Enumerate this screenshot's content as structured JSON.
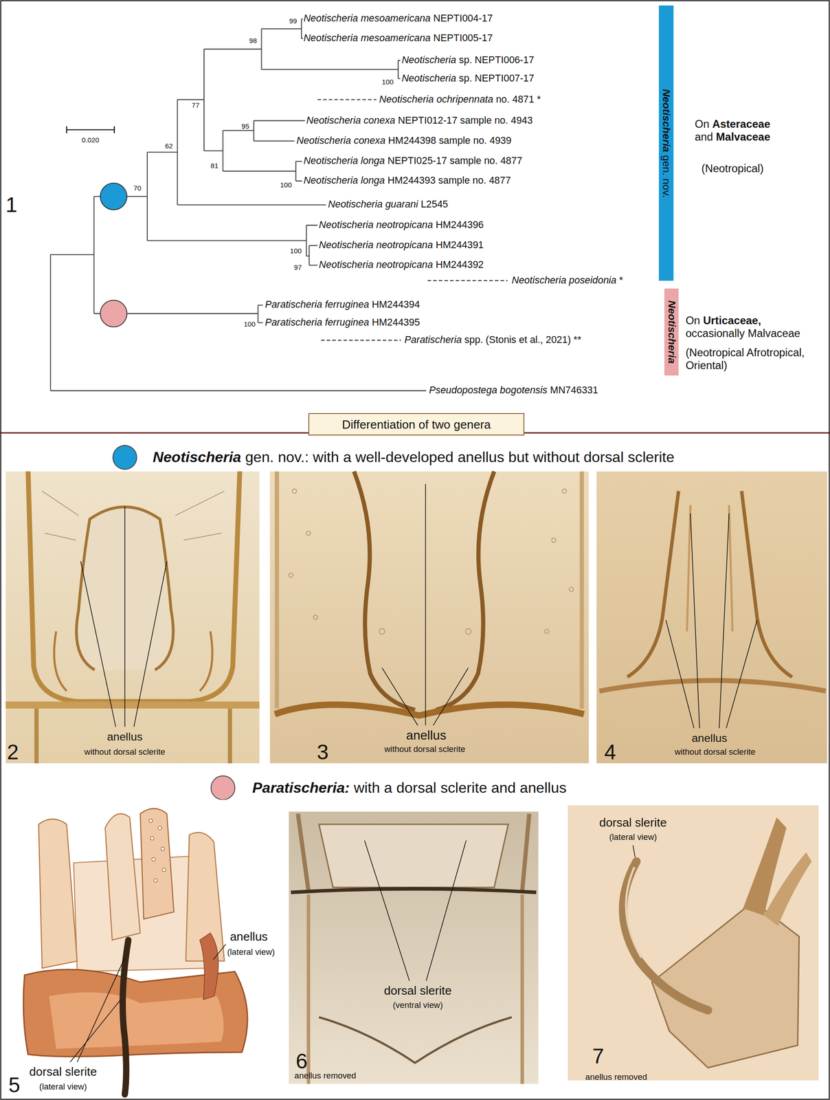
{
  "diagram": {
    "nodes": [
      {
        "text": [
          "Neotischeria gen. nov."
        ]
      },
      {
        "text": [
          "Neotischeria"
        ]
      },
      {
        "text": [
          "Differentiation of two genera"
        ]
      }
    ],
    "labels": [
      "1",
      "0.020",
      "99",
      "Neotischeria mesoamericana NEPTI004-17",
      "98",
      "Neotischeria mesoamericana NEPTI005-17",
      "Neotischeria sp. NEPTI006-17",
      "100",
      "Neotischeria sp. NEPTI007-17",
      "77",
      "Neotischeria ochripennata no. 4871 *",
      "95",
      "Neotischeria conexa NEPTI012-17 sample no. 4943",
      "Neotischeria conexa HM244398 sample no. 4939",
      "62",
      "81",
      "Neotischeria longa NEPTI025-17 sample no. 4877",
      "100",
      "Neotischeria longa HM244393 sample no. 4877",
      "70",
      "Neotischeria guarani L2545",
      "Neotischeria neotropicana HM244396",
      "100",
      "Neotischeria neotropicana HM244391",
      "97",
      "Neotischeria neotropicana HM244392",
      "Neotischeria poseidonia *",
      "Paratischeria ferruginea HM244394",
      "100",
      "Paratischeria ferruginea HM244395",
      "Paratischeria spp. (Stonis et al., 2021) **",
      "Pseudopostega bogotensis MN746331",
      "On Asteraceae and Malvaceae",
      "(Neotropical)",
      "On Urticaceae, occasionally Malvaceae",
      "(Neotropical Afrotropical, Oriental)",
      "Neotischeria gen. nov.: with a well-developed anellus but without dorsal sclerite",
      "2",
      "anellus",
      "without dorsal sclerite",
      "3",
      "anellus",
      "without dorsal sclerite",
      "4",
      "anellus",
      "without dorsal sclerite",
      "Paratischeria: with a dorsal sclerite and anellus",
      "5",
      "anellus",
      "(lateral view)",
      "dorsal slerite",
      "(lateral view)",
      "6",
      "dorsal slerite",
      "(ventral view)",
      "anellus removed",
      "7",
      "dorsal slerite",
      "(lateral view)",
      "anellus removed"
    ]
  }
}
